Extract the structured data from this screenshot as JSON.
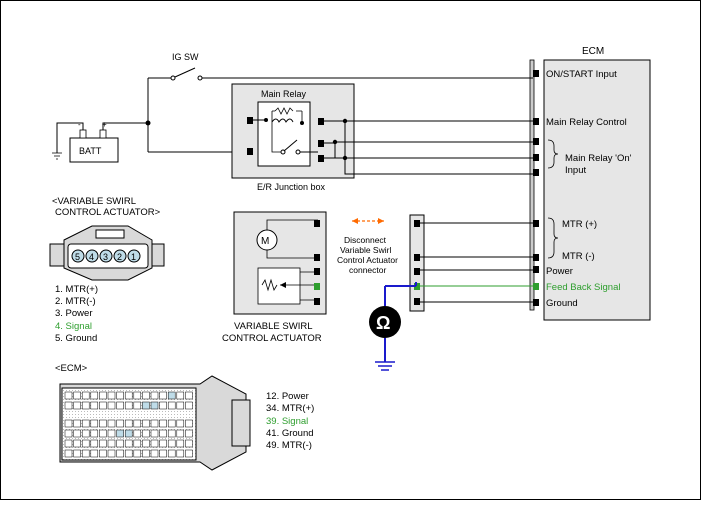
{
  "ecm": {
    "title": "ECM",
    "pins": [
      {
        "label": "ON/START Input",
        "color": "#000000"
      },
      {
        "label": "Main Relay Control",
        "color": "#000000"
      },
      {
        "label": "Main Relay 'On'",
        "color": "#000000"
      },
      {
        "label": "Input",
        "color": "#000000"
      },
      {
        "label": "MTR (+)",
        "color": "#000000"
      },
      {
        "label": "MTR (-)",
        "color": "#000000"
      },
      {
        "label": "Power",
        "color": "#000000"
      },
      {
        "label": "Feed Back Signal",
        "color": "#2e9e2e"
      },
      {
        "label": "Ground",
        "color": "#000000"
      }
    ]
  },
  "ig_switch": "IG SW",
  "battery": "BATT",
  "main_relay": "Main Relay",
  "junction_box": "E/R Junction box",
  "disconnect_note": [
    "Disconnect",
    "Variable Swirl",
    "Control Actuator",
    "connector"
  ],
  "actuator": {
    "title_lines": [
      "VARIABLE SWIRL",
      "CONTROL ACTUATOR"
    ],
    "motor_symbol": "M"
  },
  "ohmmeter_symbol": "Ω",
  "actuator_connector": {
    "heading_lines": [
      "<VARIABLE SWIRL",
      "CONTROL ACTUATOR>"
    ],
    "pin_numbers": [
      "5",
      "4",
      "3",
      "2",
      "1"
    ],
    "legend": [
      {
        "text": "1. MTR(+)",
        "color": "#000000"
      },
      {
        "text": "2. MTR(-)",
        "color": "#000000"
      },
      {
        "text": "3. Power",
        "color": "#000000"
      },
      {
        "text": "4. Signal",
        "color": "#2e9e2e"
      },
      {
        "text": "5. Ground",
        "color": "#000000"
      }
    ]
  },
  "ecm_connector": {
    "heading": "<ECM>",
    "legend": [
      {
        "text": "12. Power",
        "color": "#000000"
      },
      {
        "text": "34. MTR(+)",
        "color": "#000000"
      },
      {
        "text": "39. Signal",
        "color": "#2e9e2e"
      },
      {
        "text": "41. Ground",
        "color": "#000000"
      },
      {
        "text": "49. MTR(-)",
        "color": "#000000"
      }
    ]
  },
  "colors": {
    "wire": "#000000",
    "panel_gray": "#e6e6e6",
    "signal_green": "#2e9e2e",
    "probe_blue": "#1a1acc",
    "arrow_orange": "#ff6a00"
  }
}
